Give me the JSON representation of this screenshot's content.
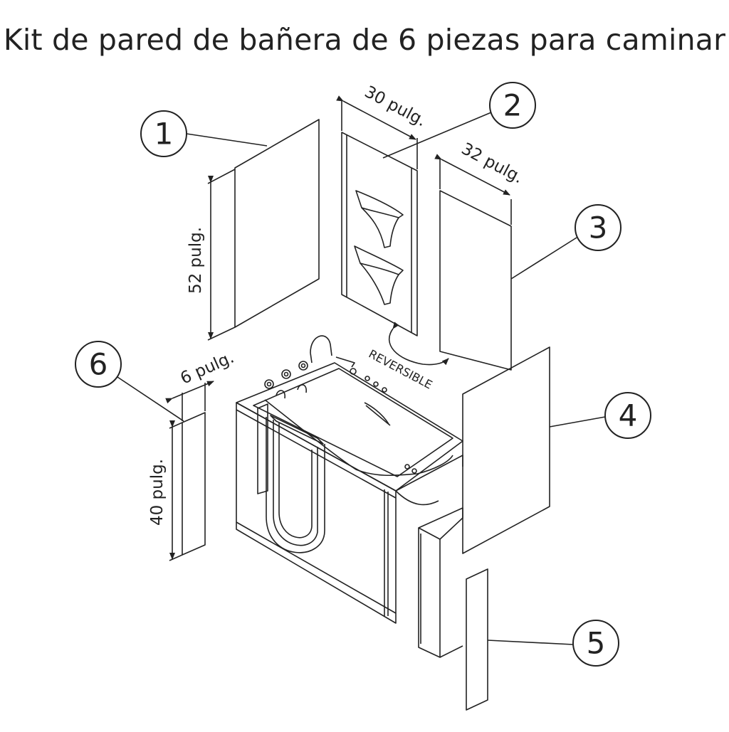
{
  "title": "Kit de pared de bañera de 6 piezas para caminar",
  "callouts": [
    "1",
    "2",
    "3",
    "4",
    "5",
    "6"
  ],
  "dimensions": {
    "height_main": "52 pulg.",
    "width_panel2": "30 pulg.",
    "width_panel3": "32 pulg.",
    "width_panel6": "6 pulg.",
    "height_panel6": "40 pulg."
  },
  "reversible_label": "REVERSIBLE",
  "colors": {
    "line": "#222222",
    "background": "#ffffff"
  }
}
